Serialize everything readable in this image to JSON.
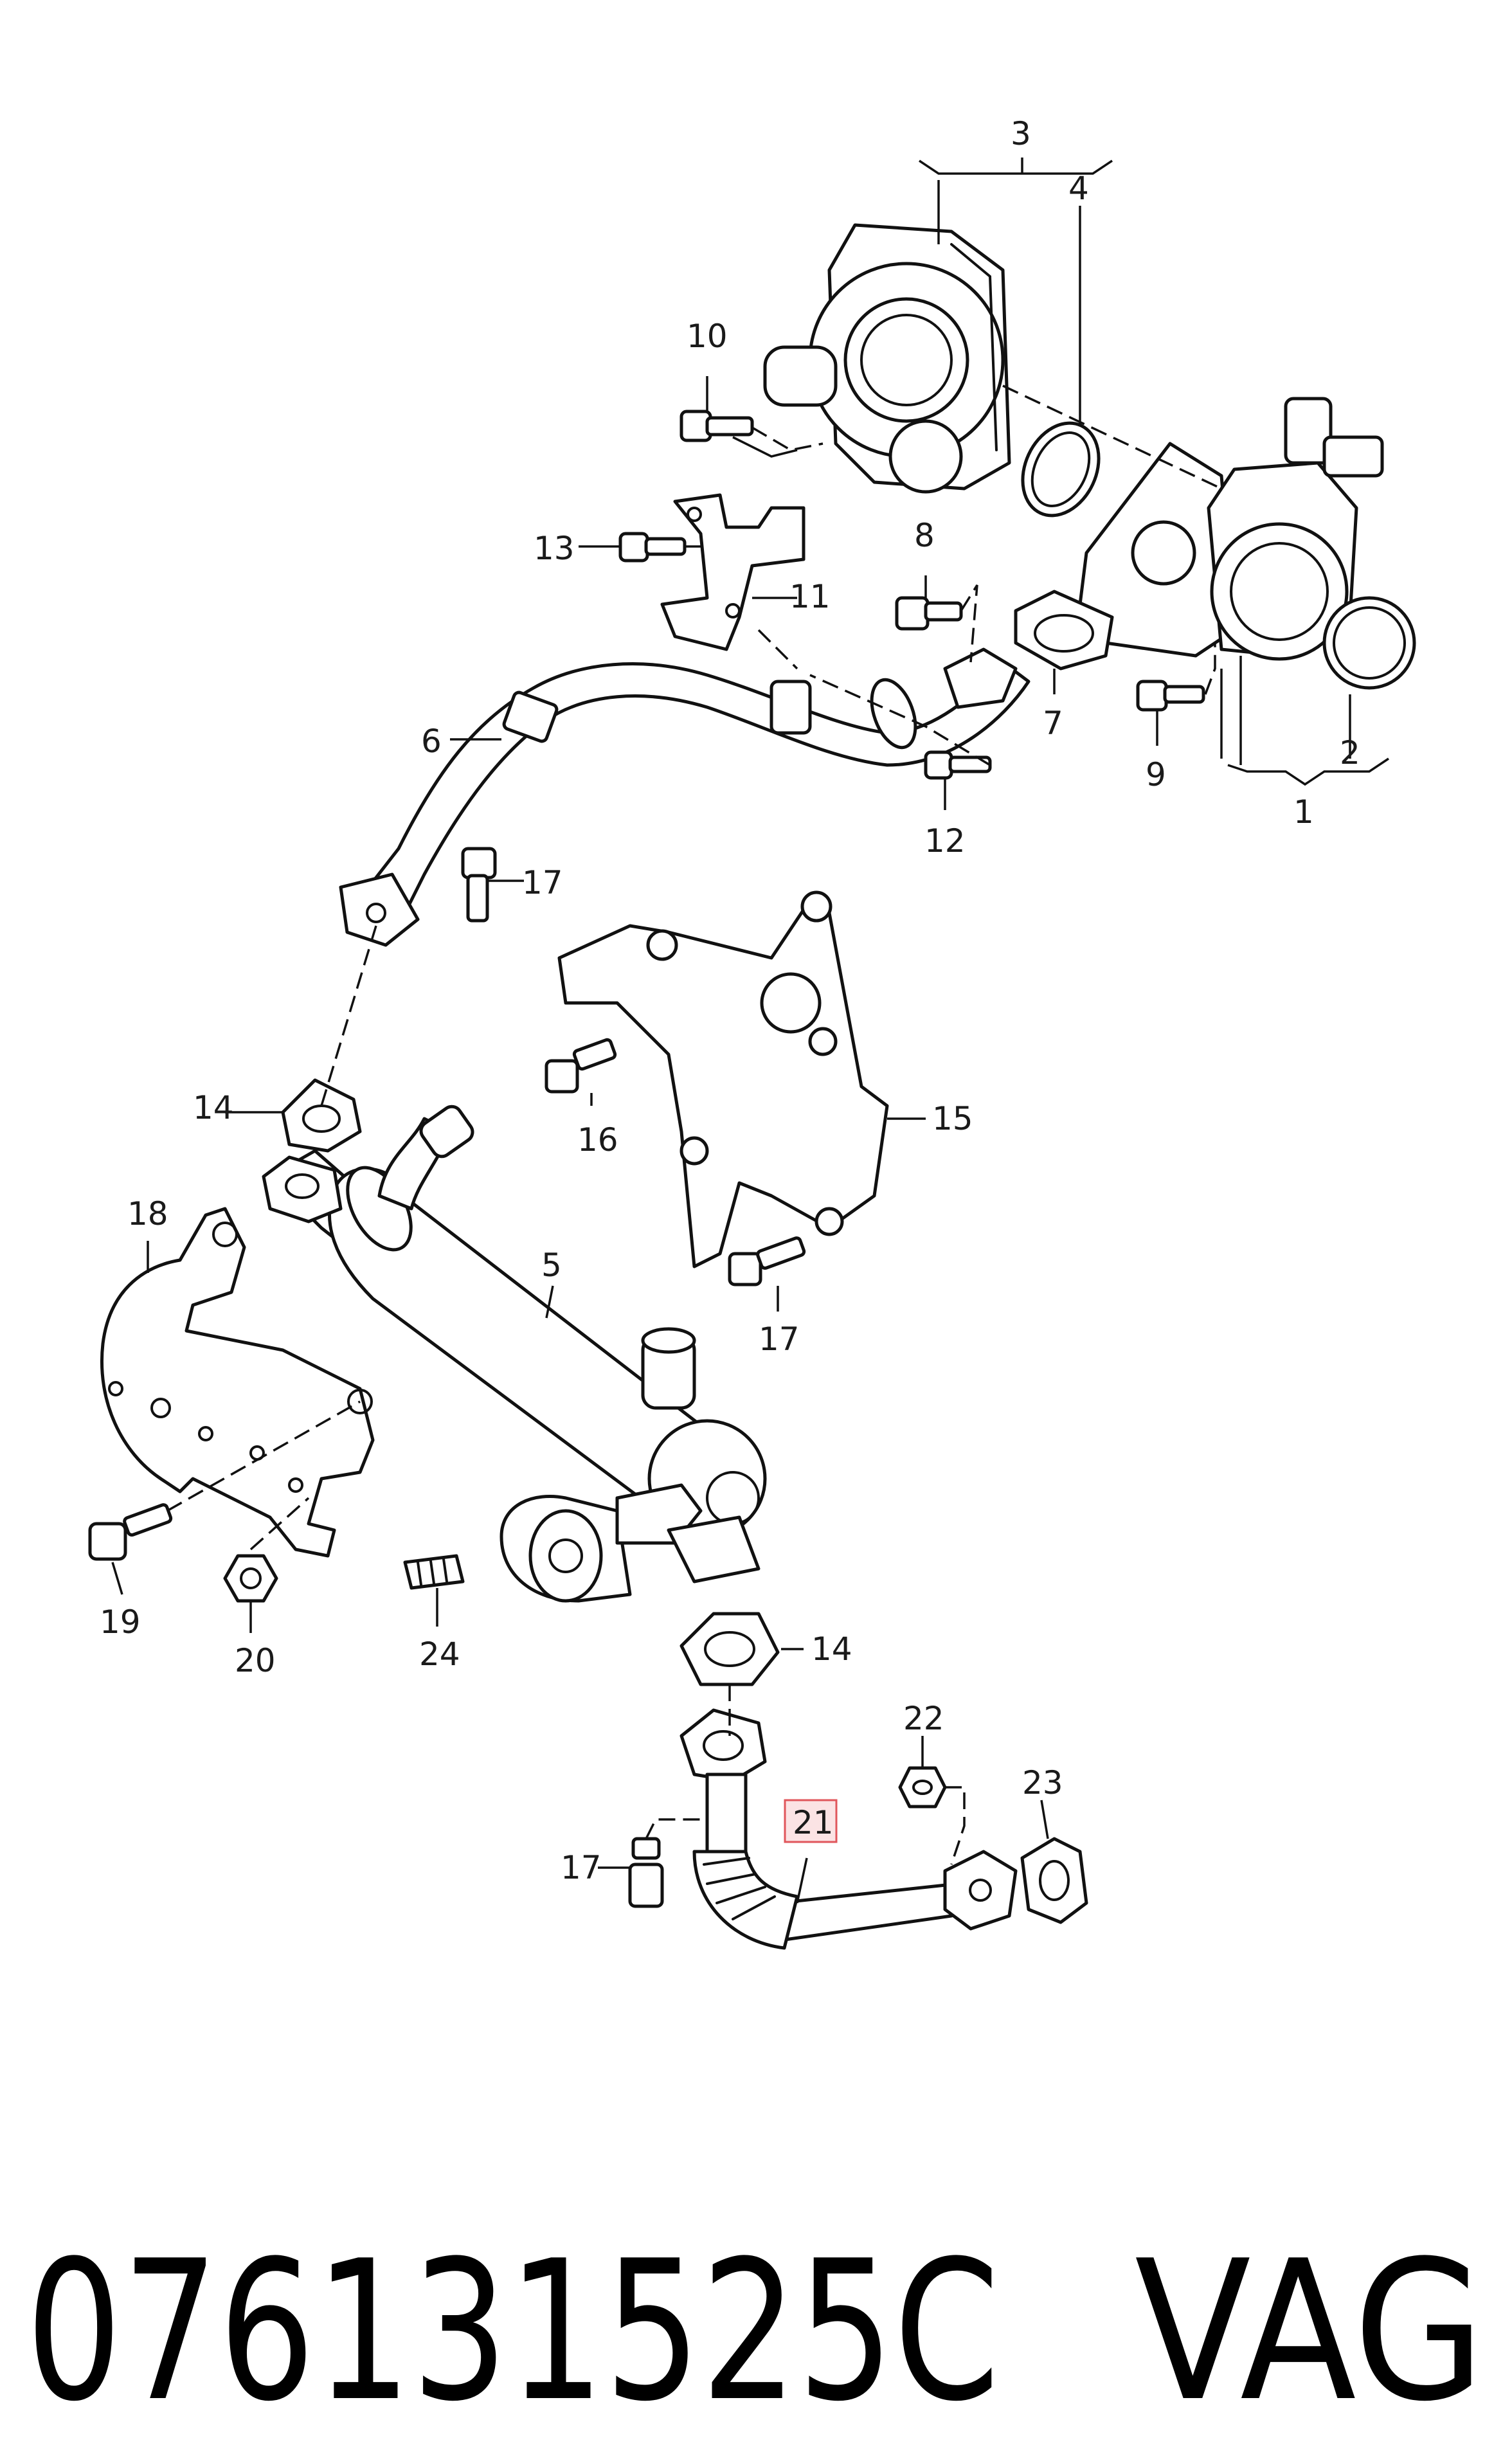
{
  "part_number": "076131525C",
  "brand": "VAG",
  "highlight_color": "#e0565b",
  "highlighted_part": "21",
  "callouts": {
    "c1": "1",
    "c2": "2",
    "c3": "3",
    "c4": "4",
    "c5": "5",
    "c6": "6",
    "c7": "7",
    "c8": "8",
    "c9": "9",
    "c10": "10",
    "c11": "11",
    "c12": "12",
    "c13": "13",
    "c14a": "14",
    "c14b": "14",
    "c15": "15",
    "c16": "16",
    "c17a": "17",
    "c17b": "17",
    "c17c": "17",
    "c18": "18",
    "c19": "19",
    "c20": "20",
    "c21": "21",
    "c22": "22",
    "c23": "23",
    "c24": "24"
  }
}
